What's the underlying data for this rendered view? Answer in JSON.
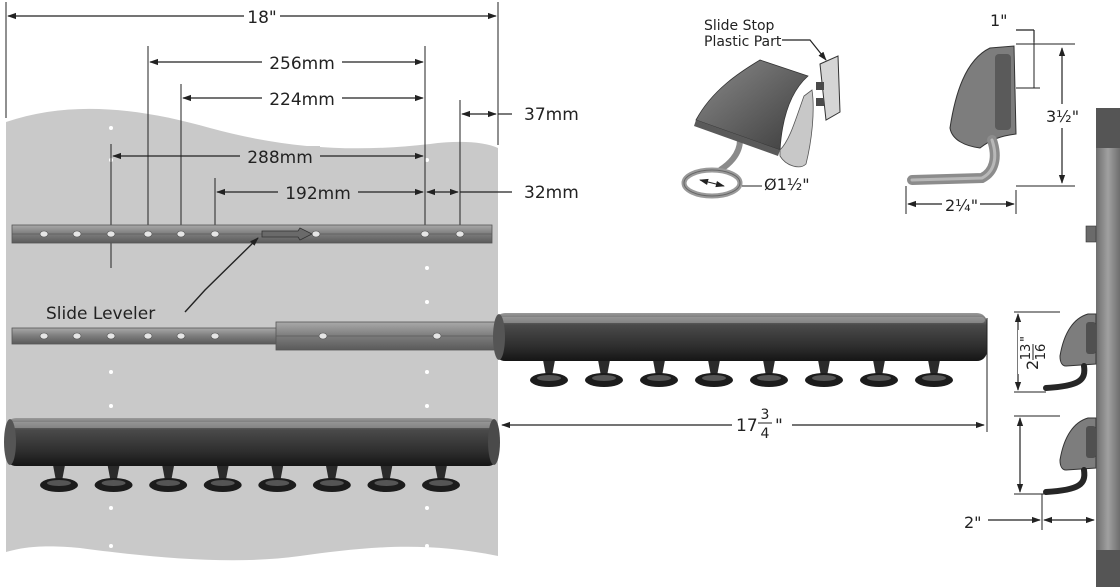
{
  "dimensions": {
    "total_width": "18\"",
    "d256": "256mm",
    "d224": "224mm",
    "d37": "37mm",
    "d288": "288mm",
    "d192": "192mm",
    "d32": "32mm",
    "rack_length_whole": "17",
    "rack_length_num": "3",
    "rack_length_den": "4",
    "rack_length_mark": "\"",
    "rack_height_whole": "2",
    "rack_height_num": "13",
    "rack_height_den": "16",
    "rack_height_mark": "\"",
    "clearance": "2\"",
    "top_width": "1\"",
    "height": "3½\"",
    "depth": "2¼\"",
    "hook_diameter": "Ø1½\""
  },
  "callouts": {
    "slide_leveler": "Slide Leveler",
    "slide_stop_line1": "Slide Stop",
    "slide_stop_line2": "Plastic Part"
  },
  "hooks_per_rack": 8,
  "colors": {
    "panel": "#c8c8c8",
    "rack_dark": "#3a3a3a",
    "rack_highlight": "#7a7a7a",
    "hook_base": "#1c1c1c",
    "side_panel": "#8a8a8a"
  }
}
